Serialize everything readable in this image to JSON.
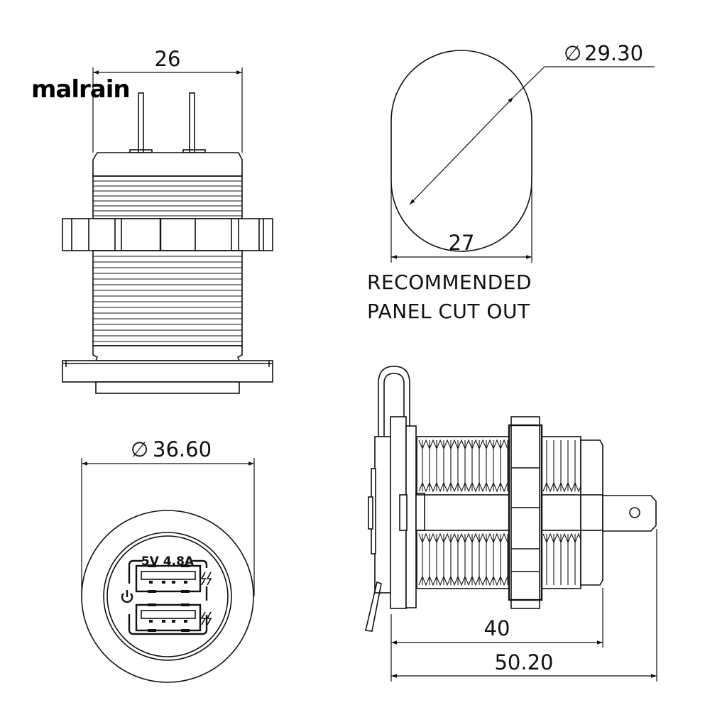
{
  "watermark": {
    "brand": "malrain"
  },
  "views": {
    "top_view": {
      "dimension_width": "26"
    },
    "panel_cutout": {
      "diameter_symbol": "∅",
      "diameter_value": "29.30",
      "width_value": "27",
      "note_line1": "RECOMMENDED",
      "note_line2": "PANEL CUT OUT"
    },
    "front_view": {
      "diameter_symbol": "∅",
      "diameter_value": "36.60",
      "rating_label": "5V 4.8A",
      "ports": [
        {
          "name": "usb-port-1",
          "icon": "fast-charge-icon"
        },
        {
          "name": "usb-port-2",
          "icon": "fast-charge-icon"
        }
      ],
      "power_icon": "power-icon"
    },
    "side_view": {
      "body_length": "40",
      "overall_length": "50.20"
    }
  },
  "colors": {
    "line": "#111111",
    "background": "#ffffff"
  }
}
